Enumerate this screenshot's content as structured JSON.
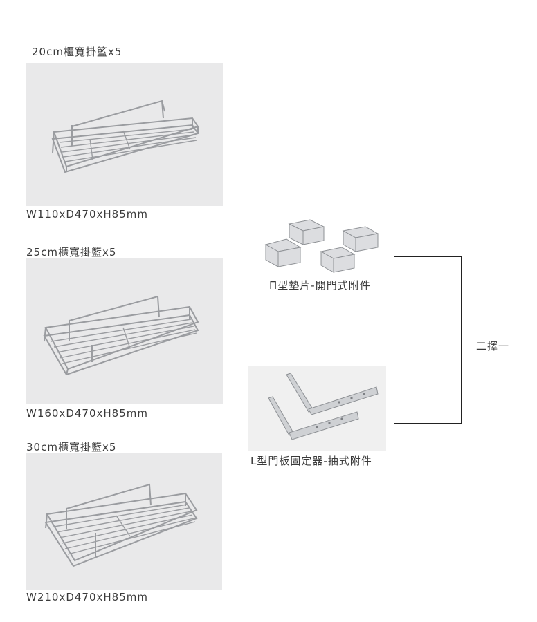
{
  "products": [
    {
      "title": "20cm櫃寬掛籃x5",
      "dimensions": "W110xD470xH85mm"
    },
    {
      "title": "25cm櫃寬掛籃x5",
      "dimensions": "W160xD470xH85mm"
    },
    {
      "title": "30cm櫃寬掛籃x5",
      "dimensions": "W210xD470xH85mm"
    }
  ],
  "accessories": [
    {
      "label": "П型墊片-開門式附件"
    },
    {
      "label": "L型門板固定器-抽式附件"
    }
  ],
  "choice_label": "二擇一"
}
